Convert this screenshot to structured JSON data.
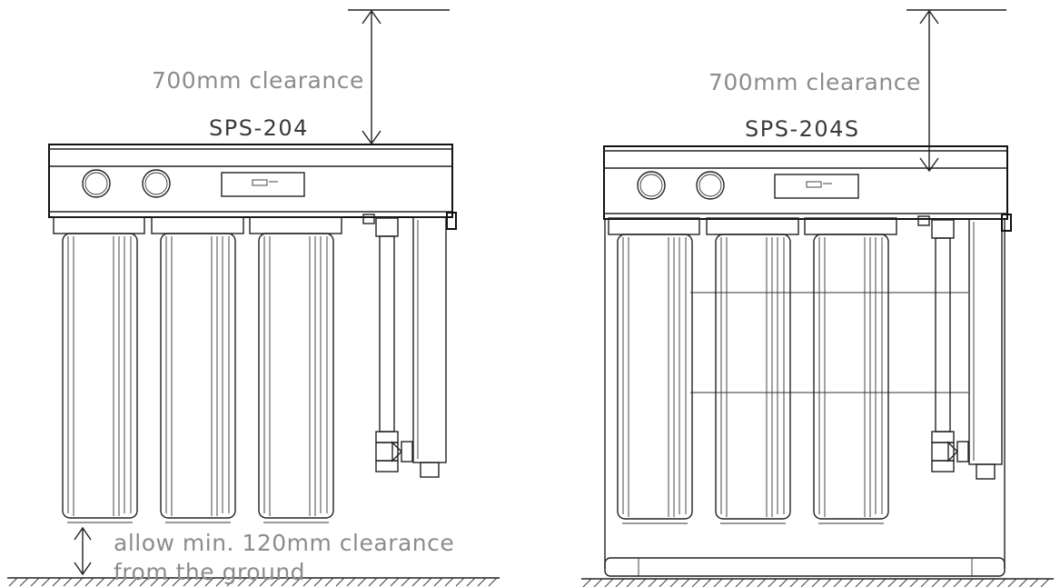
{
  "left_unit": {
    "model": "SPS-204",
    "top_clearance": "700mm clearance",
    "bottom_clearance_line1": "allow min. 120mm clearance",
    "bottom_clearance_line2": "from the ground"
  },
  "right_unit": {
    "model": "SPS-204S",
    "top_clearance": "700mm clearance"
  },
  "icons": {
    "arrow": "double-arrow-icon",
    "ground": "ground-hatch-icon",
    "gauge": "pressure-gauge-icon",
    "display": "display-panel-icon",
    "valve": "valve-icon"
  }
}
